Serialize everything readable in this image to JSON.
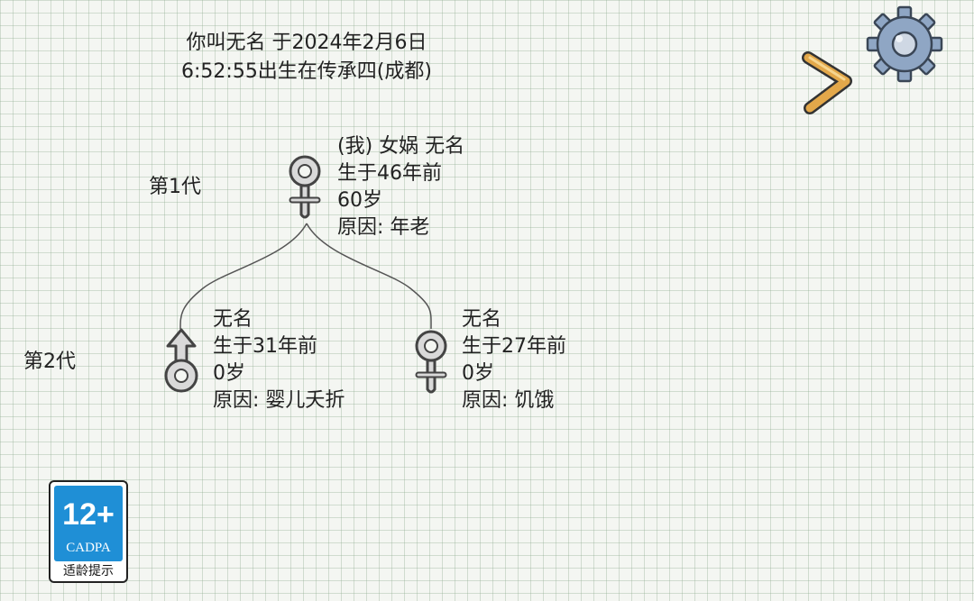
{
  "header": {
    "line1": "你叫无名 于2024年2月6日",
    "line2": "6:52:55出生在传承四(成都)"
  },
  "generations": [
    {
      "label": "第1代"
    },
    {
      "label": "第2代"
    }
  ],
  "members": [
    {
      "gender": "female",
      "icon": "female-symbol-icon",
      "name_line": "(我) 女娲 无名",
      "born": "生于46年前",
      "age": "60岁",
      "cause": "原因:  年老"
    },
    {
      "gender": "male",
      "icon": "male-symbol-icon",
      "name_line": "无名",
      "born": "生于31年前",
      "age": "0岁",
      "cause": "原因:  婴儿夭折"
    },
    {
      "gender": "female",
      "icon": "female-symbol-icon",
      "name_line": "无名",
      "born": "生于27年前",
      "age": "0岁",
      "cause": "原因:  饥饿"
    }
  ],
  "controls": {
    "next_icon": "chevron-right-icon",
    "settings_icon": "gear-icon"
  },
  "age_rating": {
    "age": "12+",
    "org": "CADPA",
    "caption": "适龄提示",
    "color": "#1f8fd6"
  },
  "colors": {
    "paper": "#f4f6f2",
    "grid": "#a9c2a9",
    "next_arrow": "#e3a84a",
    "gear": "#8fa6c4"
  }
}
